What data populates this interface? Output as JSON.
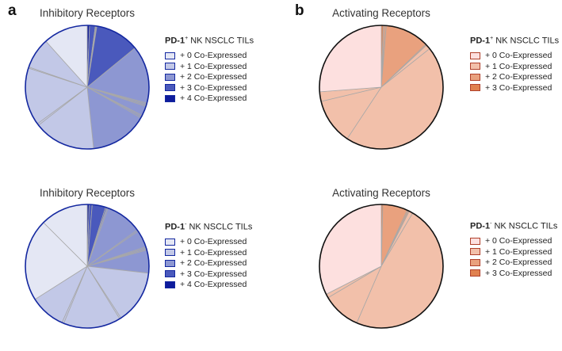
{
  "panels": {
    "a": "a",
    "b": "b"
  },
  "colors": {
    "blue_outline": "#1428a0",
    "orange_outline": "#111111",
    "slice_divider": "#a8a8a8",
    "blue_levels": [
      "#e4e7f4",
      "#c2c8e7",
      "#8d97d2",
      "#4a59bc",
      "#0e1c9c"
    ],
    "orange_levels": [
      "#fde0df",
      "#f2c0aa",
      "#e9a17e",
      "#e0814f"
    ]
  },
  "chart_data": [
    {
      "type": "pie",
      "id": "tl",
      "title": "Inhibitory Receptors",
      "legend_title_bold": "PD-1",
      "legend_title_sup": "+",
      "legend_title_rest": " NK NSCLC TILs",
      "legend": [
        "+ 0 Co-Expressed",
        "+ 1 Co-Expressed",
        "+ 2 Co-Expressed",
        "+ 3 Co-Expressed",
        "+ 4 Co-Expressed"
      ],
      "palette": "blue",
      "slices": [
        {
          "level": 4,
          "value": 0.6
        },
        {
          "level": 3,
          "value": 1.5
        },
        {
          "level": 3,
          "value": 0.2
        },
        {
          "level": 3,
          "value": 0.2
        },
        {
          "level": 3,
          "value": 11.5
        },
        {
          "level": 2,
          "value": 15
        },
        {
          "level": 2,
          "value": 0.3
        },
        {
          "level": 2,
          "value": 0.3
        },
        {
          "level": 2,
          "value": 0.3
        },
        {
          "level": 2,
          "value": 2.5
        },
        {
          "level": 2,
          "value": 0.3
        },
        {
          "level": 2,
          "value": 0.4
        },
        {
          "level": 2,
          "value": 15
        },
        {
          "level": 1,
          "value": 16
        },
        {
          "level": 1,
          "value": 0.5
        },
        {
          "level": 1,
          "value": 15
        },
        {
          "level": 1,
          "value": 0.3
        },
        {
          "level": 1,
          "value": 8
        },
        {
          "level": 0,
          "value": 11.6
        }
      ]
    },
    {
      "type": "pie",
      "id": "tr",
      "title": "Activating Receptors",
      "legend_title_bold": "PD-1",
      "legend_title_sup": "+",
      "legend_title_rest": " NK NSCLC TILs",
      "legend": [
        "+ 0 Co-Expressed",
        "+ 1 Co-Expressed",
        "+ 2 Co-Expressed",
        "+ 3 Co-Expressed"
      ],
      "palette": "orange",
      "slices": [
        {
          "level": 3,
          "value": 0.5
        },
        {
          "level": 2,
          "value": 0.4
        },
        {
          "level": 2,
          "value": 0.4
        },
        {
          "level": 2,
          "value": 11.5
        },
        {
          "level": 2,
          "value": 0.3
        },
        {
          "level": 1,
          "value": 1.2
        },
        {
          "level": 1,
          "value": 45
        },
        {
          "level": 1,
          "value": 12
        },
        {
          "level": 1,
          "value": 2.5
        },
        {
          "level": 0,
          "value": 26.2
        }
      ]
    },
    {
      "type": "pie",
      "id": "bl",
      "title": "Inhibitory Receptors",
      "legend_title_bold": "PD-1",
      "legend_title_sup": "-",
      "legend_title_rest": " NK NSCLC TILs",
      "legend": [
        "+ 0 Co-Expressed",
        "+ 1 Co-Expressed",
        "+ 2 Co-Expressed",
        "+ 3 Co-Expressed",
        "+ 4 Co-Expressed"
      ],
      "palette": "blue",
      "slices": [
        {
          "level": 4,
          "value": 0.5
        },
        {
          "level": 3,
          "value": 0.8
        },
        {
          "level": 3,
          "value": 3.5
        },
        {
          "level": 3,
          "value": 0.3
        },
        {
          "level": 2,
          "value": 0.4
        },
        {
          "level": 2,
          "value": 9.5
        },
        {
          "level": 2,
          "value": 0.4
        },
        {
          "level": 2,
          "value": 4.5
        },
        {
          "level": 2,
          "value": 0.3
        },
        {
          "level": 2,
          "value": 0.3
        },
        {
          "level": 2,
          "value": 0.3
        },
        {
          "level": 2,
          "value": 6
        },
        {
          "level": 1,
          "value": 14
        },
        {
          "level": 1,
          "value": 0.4
        },
        {
          "level": 1,
          "value": 15
        },
        {
          "level": 1,
          "value": 0.5
        },
        {
          "level": 1,
          "value": 9.3
        },
        {
          "level": 0,
          "value": 21.5
        },
        {
          "level": 0,
          "value": 12.5
        }
      ]
    },
    {
      "type": "pie",
      "id": "br",
      "title": "Activating Receptors",
      "legend_title_bold": "PD-1",
      "legend_title_sup": "-",
      "legend_title_rest": " NK NSCLC TILs",
      "legend": [
        "+ 0 Co-Expressed",
        "+ 1 Co-Expressed",
        "+ 2 Co-Expressed",
        "+ 3 Co-Expressed"
      ],
      "palette": "orange",
      "slices": [
        {
          "level": 3,
          "value": 0.4
        },
        {
          "level": 2,
          "value": 6.5
        },
        {
          "level": 2,
          "value": 0.3
        },
        {
          "level": 2,
          "value": 0.3
        },
        {
          "level": 1,
          "value": 1
        },
        {
          "level": 1,
          "value": 48
        },
        {
          "level": 1,
          "value": 10
        },
        {
          "level": 1,
          "value": 1
        },
        {
          "level": 0,
          "value": 32.5
        }
      ]
    }
  ]
}
